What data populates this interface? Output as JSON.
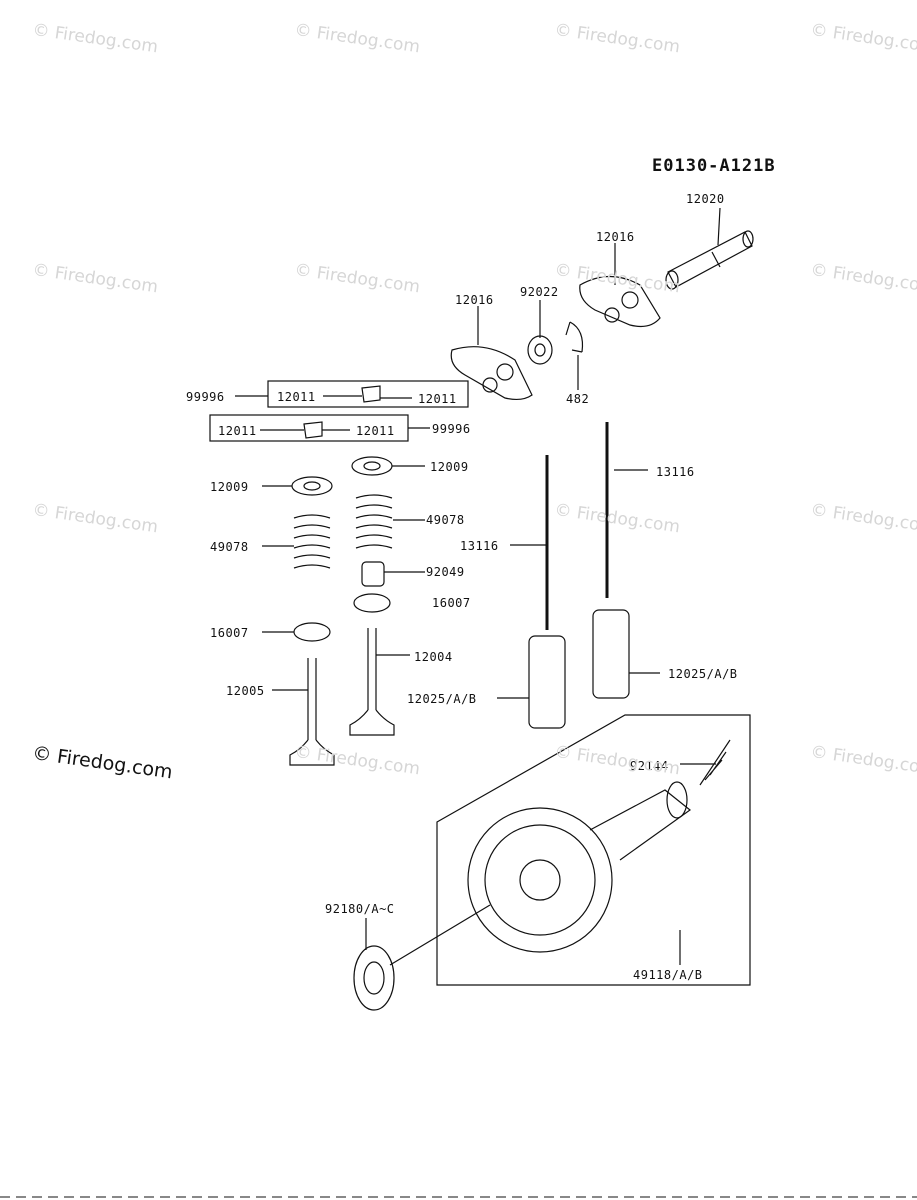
{
  "diagram_code": "E0130-A121B",
  "watermarks": [
    {
      "text": "© Firedog.com",
      "strong": false
    },
    {
      "text": "© Firedog.com",
      "strong": false
    },
    {
      "text": "© Firedog.com",
      "strong": false
    },
    {
      "text": "© Firedog.com",
      "strong": false
    },
    {
      "text": "© Firedog.com",
      "strong": false
    },
    {
      "text": "© Firedog.com",
      "strong": false
    },
    {
      "text": "© Firedog.com",
      "strong": false
    },
    {
      "text": "© Firedog.com",
      "strong": false
    },
    {
      "text": "© Firedog.com",
      "strong": false
    },
    {
      "text": "© Firedog.com",
      "strong": true
    },
    {
      "text": "© Firedog.com",
      "strong": false
    },
    {
      "text": "© Firedog.com",
      "strong": false
    },
    {
      "text": "© Firedog.com",
      "strong": false
    },
    {
      "text": "© Firedog.com",
      "strong": false
    },
    {
      "text": "© Firedog.com",
      "strong": false
    }
  ],
  "labels": [
    "12020",
    "12016",
    "12016",
    "92022",
    "482",
    "99996",
    "12011",
    "12011",
    "12011",
    "12011",
    "99996",
    "12009",
    "12009",
    "49078",
    "49078",
    "92049",
    "16007",
    "16007",
    "12004",
    "12005",
    "13116",
    "13116",
    "12025/A/B",
    "12025/A/B",
    "92144",
    "92180/A~C",
    "49118/A/B"
  ]
}
